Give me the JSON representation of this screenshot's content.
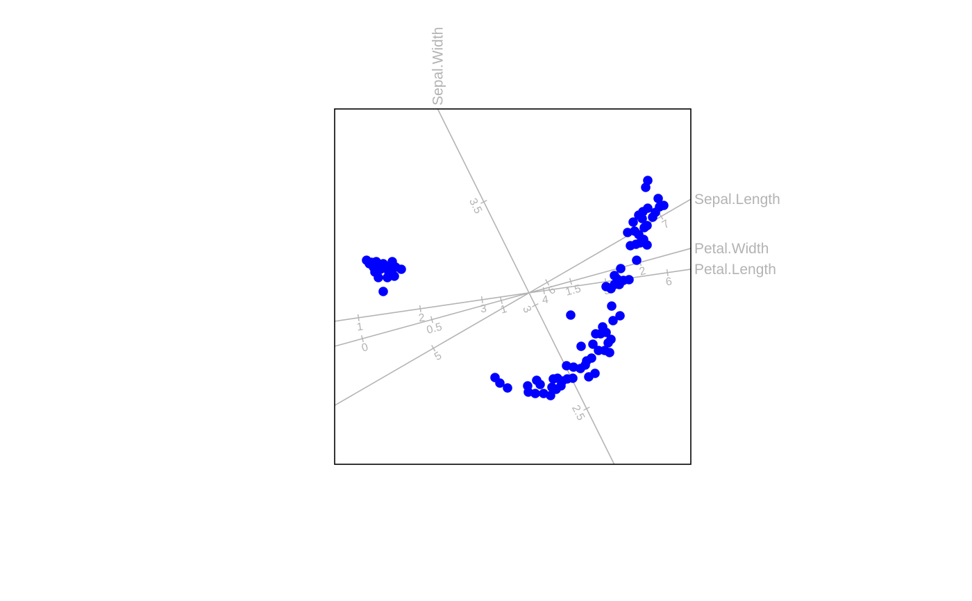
{
  "chart_data": {
    "type": "scatter",
    "title": "",
    "xlabel": "",
    "ylabel": "",
    "xlim": [
      -2.56,
      2.57
    ],
    "ylim": [
      -2.56,
      2.56
    ],
    "grid": false,
    "point_color": "#0000ff",
    "axis_color": "#b3b3b3",
    "biplot_axes": [
      {
        "name": "Sepal.Width",
        "value_at_center": 3.06,
        "center": [
          0.24,
          -0.09
        ],
        "unit_vector": [
          -1.48,
          2.98
        ],
        "ticks": [
          2.5,
          3,
          3.5
        ],
        "tick_labels": [
          "2.5",
          "3",
          "3.5"
        ]
      },
      {
        "name": "Sepal.Length",
        "value_at_center": 5.84,
        "center": [
          0.24,
          -0.09
        ],
        "unit_vector": [
          1.64,
          0.95
        ],
        "ticks": [
          5,
          6,
          7
        ],
        "tick_labels": [
          "5",
          "6",
          "7"
        ]
      },
      {
        "name": "Petal.Width",
        "value_at_center": 1.2,
        "center": [
          0.24,
          -0.09
        ],
        "unit_vector": [
          2.0,
          0.55
        ],
        "ticks": [
          0,
          0.5,
          1,
          1.5,
          2
        ],
        "tick_labels": [
          "0",
          "0.5",
          "1",
          "1.5",
          "2"
        ]
      },
      {
        "name": "Petal.Length",
        "value_at_center": 3.76,
        "center": [
          0.24,
          -0.09
        ],
        "unit_vector": [
          0.89,
          0.13
        ],
        "ticks": [
          1,
          2,
          3,
          4,
          5,
          6
        ],
        "tick_labels": [
          "1",
          "2",
          "3",
          "4",
          "5",
          "6"
        ]
      }
    ],
    "points": [
      [
        -2.1,
        0.38
      ],
      [
        -2.03,
        0.35
      ],
      [
        -1.96,
        0.36
      ],
      [
        -2.0,
        0.28
      ],
      [
        -1.93,
        0.31
      ],
      [
        -1.86,
        0.33
      ],
      [
        -1.9,
        0.25
      ],
      [
        -1.82,
        0.28
      ],
      [
        -1.73,
        0.36
      ],
      [
        -1.68,
        0.28
      ],
      [
        -1.6,
        0.25
      ],
      [
        -1.7,
        0.15
      ],
      [
        -1.8,
        0.13
      ],
      [
        -1.93,
        0.13
      ],
      [
        -1.98,
        0.21
      ],
      [
        -1.86,
        -0.07
      ],
      [
        -1.78,
        0.21
      ],
      [
        -2.06,
        0.33
      ],
      [
        -1.88,
        0.3
      ],
      [
        -1.75,
        0.25
      ],
      [
        -0.25,
        -1.31
      ],
      [
        -0.18,
        -1.39
      ],
      [
        -0.07,
        -1.46
      ],
      [
        0.22,
        -1.43
      ],
      [
        0.23,
        -1.52
      ],
      [
        0.35,
        -1.35
      ],
      [
        0.4,
        -1.41
      ],
      [
        0.33,
        -1.54
      ],
      [
        0.45,
        -1.54
      ],
      [
        0.55,
        -1.57
      ],
      [
        0.57,
        -1.45
      ],
      [
        0.59,
        -1.33
      ],
      [
        0.65,
        -1.32
      ],
      [
        0.63,
        -1.48
      ],
      [
        0.7,
        -1.43
      ],
      [
        0.72,
        -1.36
      ],
      [
        0.79,
        -1.33
      ],
      [
        0.87,
        -1.32
      ],
      [
        0.78,
        -1.14
      ],
      [
        0.88,
        -1.16
      ],
      [
        0.98,
        -1.18
      ],
      [
        1.05,
        -1.13
      ],
      [
        1.1,
        -1.3
      ],
      [
        1.19,
        -1.25
      ],
      [
        1.07,
        -1.07
      ],
      [
        1.14,
        -1.03
      ],
      [
        0.99,
        -0.86
      ],
      [
        1.16,
        -0.83
      ],
      [
        1.24,
        -0.92
      ],
      [
        1.33,
        -0.92
      ],
      [
        1.4,
        -0.95
      ],
      [
        1.38,
        -0.81
      ],
      [
        1.42,
        -0.76
      ],
      [
        1.2,
        -0.68
      ],
      [
        1.27,
        -0.68
      ],
      [
        1.3,
        -0.58
      ],
      [
        1.35,
        -0.66
      ],
      [
        1.45,
        -0.49
      ],
      [
        1.55,
        -0.42
      ],
      [
        1.43,
        -0.28
      ],
      [
        0.84,
        -0.41
      ],
      [
        1.35,
        0.0
      ],
      [
        1.42,
        -0.03
      ],
      [
        1.47,
        0.03
      ],
      [
        1.54,
        0.03
      ],
      [
        1.6,
        0.09
      ],
      [
        1.68,
        0.1
      ],
      [
        1.47,
        0.16
      ],
      [
        1.56,
        0.26
      ],
      [
        1.51,
        0.11
      ],
      [
        1.79,
        0.38
      ],
      [
        1.7,
        0.59
      ],
      [
        1.78,
        0.61
      ],
      [
        1.94,
        0.6
      ],
      [
        1.84,
        0.63
      ],
      [
        1.66,
        0.78
      ],
      [
        1.76,
        0.8
      ],
      [
        1.82,
        0.75
      ],
      [
        1.9,
        0.85
      ],
      [
        1.94,
        0.88
      ],
      [
        1.74,
        0.93
      ],
      [
        1.82,
        1.03
      ],
      [
        1.88,
        1.08
      ],
      [
        1.95,
        1.13
      ],
      [
        2.02,
        1.0
      ],
      [
        2.06,
        1.07
      ],
      [
        2.1,
        1.27
      ],
      [
        2.12,
        1.15
      ],
      [
        2.18,
        1.17
      ],
      [
        1.92,
        1.43
      ],
      [
        1.95,
        1.53
      ],
      [
        1.87,
        0.98
      ],
      [
        1.89,
        0.68
      ]
    ]
  }
}
